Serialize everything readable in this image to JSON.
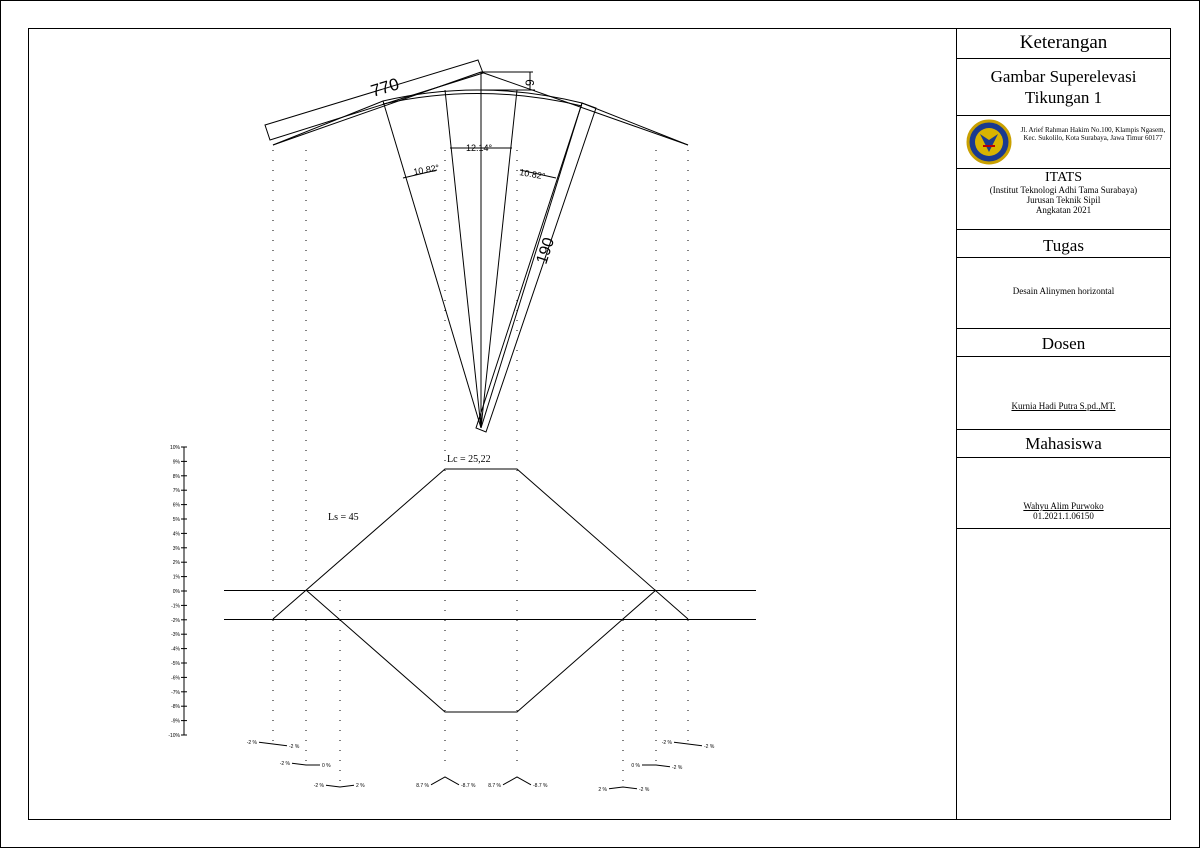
{
  "drawing": {
    "dim_length": "770",
    "dim_offset": "9",
    "dim_radius": "190",
    "angle_center": "12.14°",
    "angle_left": "10.82°",
    "angle_right": "10.82°",
    "lc_label": "Lc = 25,22",
    "ls_label": "Ls = 45",
    "scale_ticks": [
      "10%",
      "9%",
      "8%",
      "7%",
      "6%",
      "5%",
      "4%",
      "3%",
      "2%",
      "1%",
      "0%",
      "-1%",
      "-2%",
      "-3%",
      "-4%",
      "-5%",
      "-6%",
      "-7%",
      "-8%",
      "-9%",
      "-10%"
    ],
    "cross_sections": [
      {
        "left": "-2 %",
        "right": "-2 %"
      },
      {
        "left": "-2 %",
        "right": "0 %"
      },
      {
        "left": "-2 %",
        "right": "2 %"
      },
      {
        "left": "8.7 %",
        "right": "-8.7 %"
      },
      {
        "left": "8.7 %",
        "right": "-8.7 %"
      },
      {
        "left": "2 %",
        "right": "-2 %"
      },
      {
        "left": "0 %",
        "right": "-2 %"
      },
      {
        "left": "-2 %",
        "right": "-2 %"
      }
    ]
  },
  "title_block": {
    "keterangan": "Keterangan",
    "title_line1": "Gambar Superelevasi",
    "title_line2": "Tikungan 1",
    "address": "Jl. Arief Rahman Hakim No.100, Klampis Ngasem, Kec. Sukolilo, Kota Surabaya, Jawa Timur 60177",
    "logo_text_top": "INSTITUT TEKNOLOGI",
    "logo_text_bottom": "ADHI TAMA SURABAYA",
    "institute": "ITATS",
    "institute_full": "(Institut Teknologi Adhi Tama Surabaya)",
    "department": "Jurusan Teknik Sipil",
    "year": "Angkatan 2021",
    "tugas_label": "Tugas",
    "tugas_value": "Desain Alinymen horizontal",
    "dosen_label": "Dosen",
    "dosen_value": "Kurnia Hadi Putra S.pd.,MT.",
    "mahasiswa_label": "Mahasiswa",
    "mahasiswa_name": "Wahyu Alim Purwoko",
    "mahasiswa_nim": "01.2021.1.06150"
  }
}
